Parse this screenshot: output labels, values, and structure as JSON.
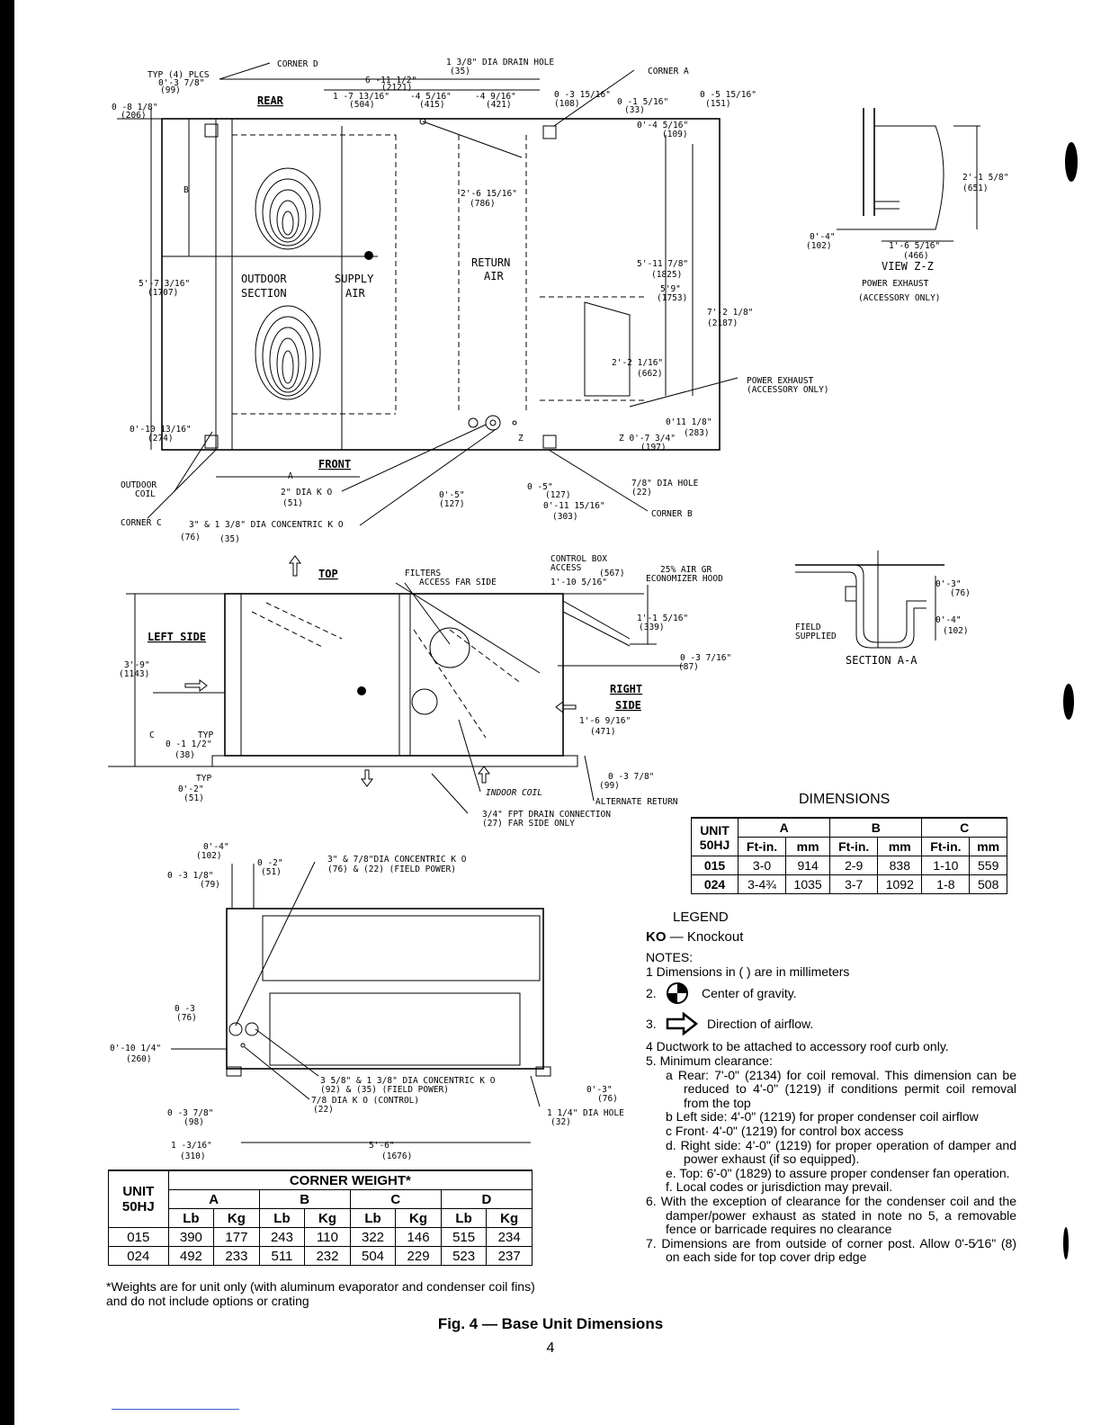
{
  "drawing": {
    "top_view": {
      "labels": [
        "CORNER D",
        "TYP (4) PLCS",
        "0'-3 7/8\"",
        "(99)",
        "0 -8 1/8\"",
        "(206)",
        "6 -11 1/2\"",
        "(2121)",
        "1 -7 13/16\"",
        "(504)",
        "-4 5/16\"",
        "(415)",
        "-4 9/16\"",
        "(421)",
        "1 3/8\" DIA DRAIN HOLE",
        "(35)",
        "0 -3 15/16\"",
        "(108)",
        "CORNER A",
        "0 -1 5/16\"",
        "(33)",
        "0 -5 15/16\"",
        "(151)",
        "0'-4 5/16\"",
        "(109)",
        "REAR",
        "2'-6 15/16\"",
        "(786)",
        "RETURN",
        "AIR",
        "B",
        "5'-7 3/16\"",
        "(1707)",
        "OUTDOOR",
        "SECTION",
        "SUPPLY",
        "AIR",
        "5'-11 7/8\"",
        "(1825)",
        "5'-9\"",
        "(1753)",
        "7'-2 1/8\"",
        "(2187)",
        "2'-2 1/16\"",
        "(662)",
        "POWER EXHAUST",
        "(ACCESSORY ONLY)",
        "0'-10 13/16\"",
        "(274)",
        "0'11 1/8\"",
        "(283)",
        "Z 0'-7 3/4\"",
        "(197)",
        "Z",
        "FRONT",
        "A",
        "OUTDOOR",
        "COIL",
        "2\" DIA K O",
        "(51)",
        "0'-5\"",
        "(127)",
        "0 -5\"",
        "(127)",
        "0'-11 15/16\"",
        "(303)",
        "7/8\" DIA HOLE",
        "(22)",
        "CORNER B",
        "CORNER C",
        "3\" & 1 3/8\" DIA CONCENTRIC K O",
        "(76)",
        "(35)"
      ]
    },
    "view_zz": {
      "labels": [
        "2'-1 5/8\"",
        "(651)",
        "0'-4\"",
        "(102)",
        "1'-6 5/16\"",
        "(466)",
        "VIEW Z-Z",
        "POWER EXHAUST",
        "(ACCESSORY ONLY)"
      ]
    },
    "side_view": {
      "labels": [
        "TOP",
        "FILTERS",
        "ACCESS FAR SIDE",
        "CONTROL BOX",
        "ACCESS",
        "(567)",
        "1'-10 5/16\"",
        "25% AIR GR",
        "ECONOMIZER HOOD",
        "1'-1 5/16\"",
        "(339)",
        "0 -3 7/16\"",
        "(87)",
        "LEFT SIDE",
        "3'-9\"",
        "(1143)",
        "C",
        "TYP",
        "0 -1 1/2\"",
        "(38)",
        "TYP",
        "0'-2\"",
        "(51)",
        "RIGHT",
        "SIDE",
        "1'-6 9/16\"",
        "(471)",
        "INDOOR COIL",
        "0 -3 7/8\"",
        "(99)",
        "ALTERNATE RETURN",
        "3/4\" FPT DRAIN CONNECTION",
        "(27) FAR SIDE ONLY"
      ]
    },
    "section_aa": {
      "labels": [
        "0'-3\"",
        "(76)",
        "0'-4\"",
        "(102)",
        "FIELD",
        "SUPPLIED",
        "SECTION A-A"
      ]
    },
    "front_view": {
      "labels": [
        "0'-4\"",
        "(102)",
        "0 -2\"",
        "(51)",
        "0 -3 1/8\"",
        "(79)",
        "3\" & 7/8\"DIA CONCENTRIC K O",
        "(76) & (22) (FIELD POWER)",
        "0 -3",
        "(76)",
        "0'-10 1/4\"",
        "(260)",
        "3 5/8\" & 1 3/8\" DIA CONCENTRIC K O",
        "(92) & (35) (FIELD POWER)",
        "7/8 DIA K O (CONTROL)",
        "(22)",
        "0 -3 7/8\"",
        "(98)",
        "1 -3/16\"",
        "(310)",
        "5'-6\"",
        "(1676)",
        "0'-3\"",
        "(76)",
        "1 1/4\" DIA HOLE",
        "(32)"
      ]
    }
  },
  "dimensions": {
    "title": "DIMENSIONS",
    "unit_header": "UNIT",
    "unit_header2": "50HJ",
    "groups": [
      "A",
      "B",
      "C"
    ],
    "subheaders": [
      "Ft-in.",
      "mm",
      "Ft-in.",
      "mm",
      "Ft-in.",
      "mm"
    ],
    "rows": [
      {
        "unit": "015",
        "cells": [
          "3-0",
          "914",
          "2-9",
          "838",
          "1-10",
          "559"
        ]
      },
      {
        "unit": "024",
        "cells": [
          "3-4¾",
          "1035",
          "3-7",
          "1092",
          "1-8",
          "508"
        ]
      }
    ]
  },
  "corner_weight": {
    "title": "CORNER WEIGHT*",
    "unit_header": "UNIT",
    "unit_header2": "50HJ",
    "groups": [
      "A",
      "B",
      "C",
      "D"
    ],
    "subheaders": [
      "Lb",
      "Kg",
      "Lb",
      "Kg",
      "Lb",
      "Kg",
      "Lb",
      "Kg"
    ],
    "rows": [
      {
        "unit": "015",
        "cells": [
          "390",
          "177",
          "243",
          "110",
          "322",
          "146",
          "515",
          "234"
        ]
      },
      {
        "unit": "024",
        "cells": [
          "492",
          "233",
          "511",
          "232",
          "504",
          "229",
          "523",
          "237"
        ]
      }
    ],
    "footnote": "*Weights are for unit only (with aluminum evaporator and condenser coil fins) and do not include options or crating"
  },
  "legend": {
    "title": "LEGEND",
    "ko_abbr": "KO",
    "ko_text": "—  Knockout"
  },
  "notes": {
    "title": "NOTES:",
    "n1": "1  Dimensions in (    ) are in millimeters",
    "n2_num": "2.",
    "n2_text": "Center of gravity.",
    "n3_num": "3.",
    "n3_text": "Direction of airflow.",
    "n4": "4  Ductwork to be attached to accessory roof curb only.",
    "n5": "5.  Minimum clearance:",
    "n5a": "a  Rear: 7'-0\" (2134) for coil removal. This dimension can be reduced to 4'-0\" (1219) if conditions permit coil removal from the top",
    "n5b": "b  Left side: 4'-0\" (1219) for proper condenser coil airflow",
    "n5c": "c  Front· 4'-0\" (1219) for control box access",
    "n5d": "d.  Right side: 4'-0\" (1219) for proper operation of damper and power exhaust (if so equipped).",
    "n5e": "e.  Top: 6'-0\" (1829) to assure proper condenser fan operation.",
    "n5f": "f.  Local codes or jurisdiction may prevail.",
    "n6": "6.  With the exception of clearance for the condenser coil and the damper/power exhaust as stated in note no 5, a removable fence or barricade requires no clearance",
    "n7": "7.  Dimensions are from outside of corner post. Allow 0'-5⁄16\" (8) on each side for top cover drip edge"
  },
  "caption": "Fig. 4 — Base Unit Dimensions",
  "page_number": "4"
}
